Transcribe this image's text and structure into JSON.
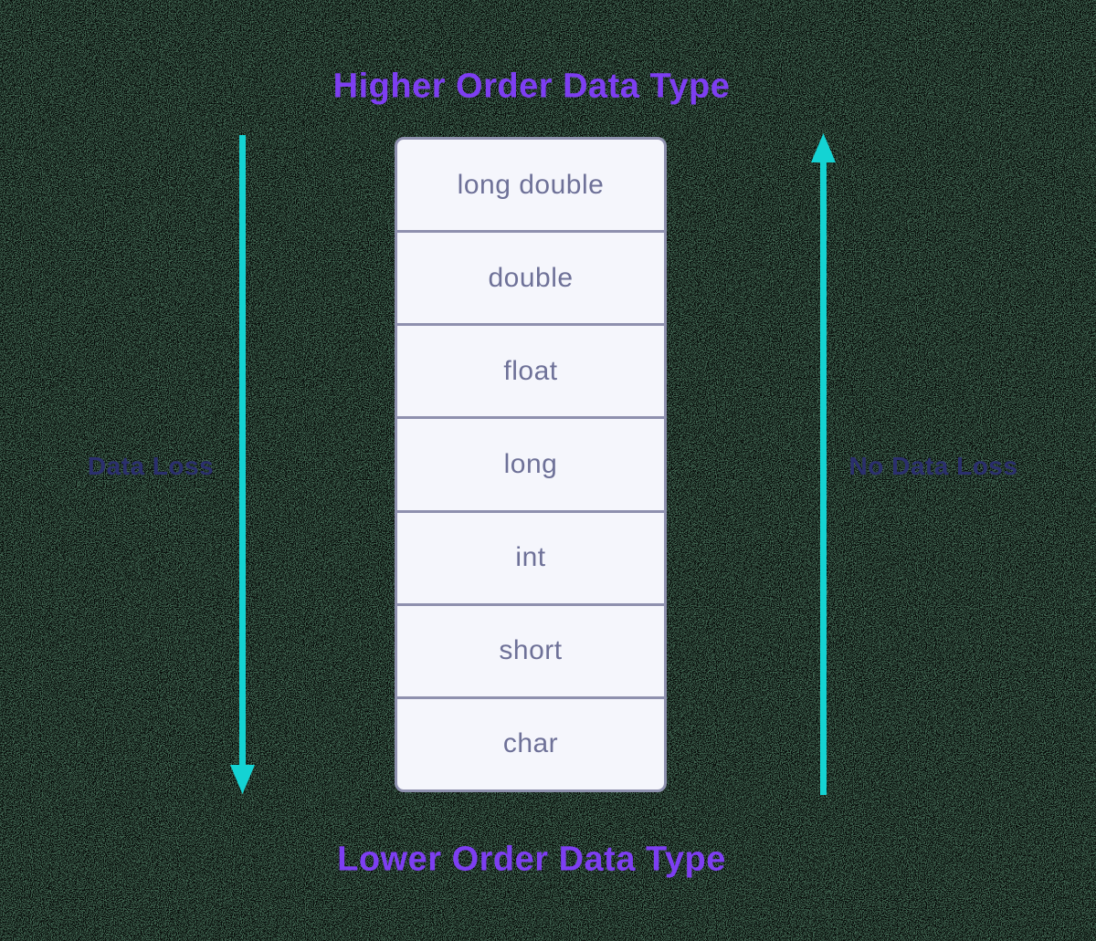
{
  "diagram": {
    "top_title": "Higher Order Data Type",
    "bottom_title": "Lower Order Data Type",
    "left_arrow": {
      "label": "Data Loss",
      "direction": "down"
    },
    "right_arrow": {
      "label": "No Data Loss",
      "direction": "up"
    },
    "types": [
      "long double",
      "double",
      "float",
      "long",
      "int",
      "short",
      "char"
    ],
    "colors": {
      "title_purple": "#7d3ef2",
      "label_navy": "#2b2f6e",
      "arrow_cyan": "#14d3d3",
      "box_fill": "#f5f6fc",
      "box_border": "#8e90ae",
      "box_text": "#6e7198",
      "background_green": "#3f634f"
    }
  }
}
